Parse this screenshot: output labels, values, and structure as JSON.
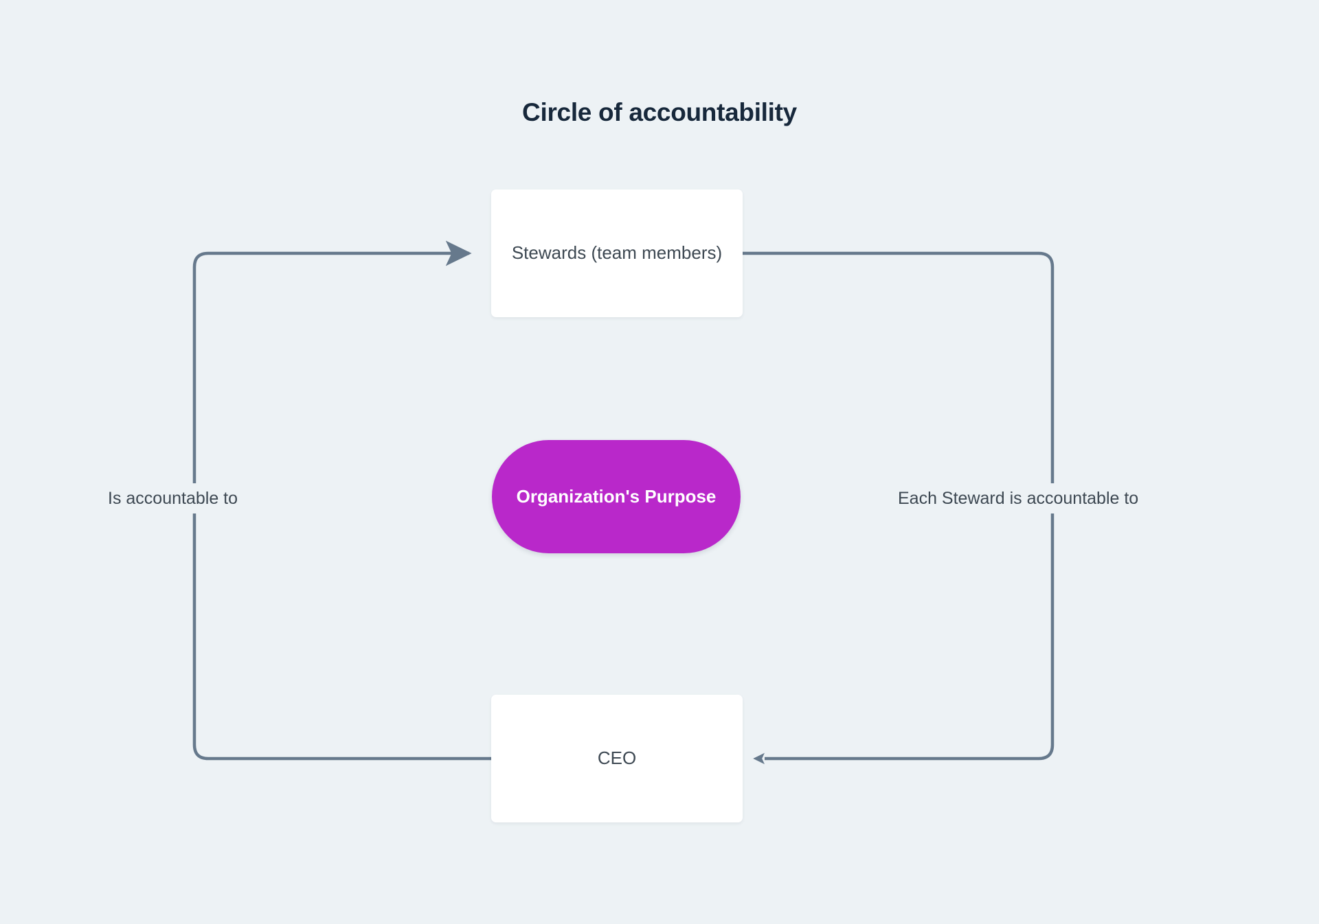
{
  "diagram": {
    "title": "Circle of accountability",
    "background_color": "#edf2f5",
    "title_color": "#17283b",
    "connector_color": "#66798c",
    "accent_color": "#b928ca",
    "node_text_color": "#3d4852",
    "nodes": [
      {
        "id": "stewards",
        "label": "Stewards (team members)",
        "shape": "rounded-rect",
        "fill": "#ffffff",
        "position": "top"
      },
      {
        "id": "purpose",
        "label": "Organization's Purpose",
        "shape": "pill",
        "fill": "#b928ca",
        "position": "center"
      },
      {
        "id": "ceo",
        "label": "CEO",
        "shape": "rounded-rect",
        "fill": "#ffffff",
        "position": "bottom"
      }
    ],
    "edges": [
      {
        "id": "ceo-to-stewards",
        "label": "Is accountable to",
        "from": "ceo",
        "to": "stewards",
        "side": "left",
        "arrow": "to-stewards"
      },
      {
        "id": "stewards-to-ceo",
        "label": "Each Steward is accountable to",
        "from": "stewards",
        "to": "ceo",
        "side": "right",
        "arrow": "to-ceo"
      }
    ]
  }
}
